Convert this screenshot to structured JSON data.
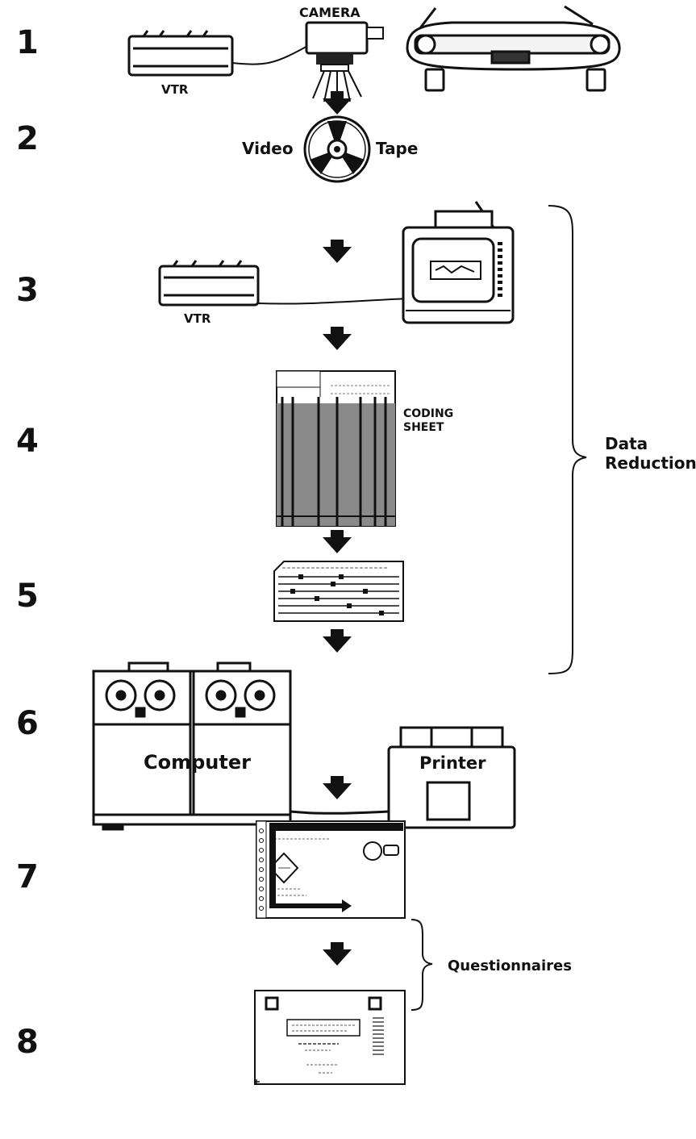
{
  "steps": [
    "1",
    "2",
    "3",
    "4",
    "5",
    "6",
    "7",
    "8"
  ],
  "labels": {
    "camera": "CAMERA",
    "vtr_top": "VTR",
    "video": "Video",
    "tape": "Tape",
    "vtr_mid": "VTR",
    "coding_sheet_line1": "CODING",
    "coding_sheet_line2": "SHEET",
    "computer": "Computer",
    "printer": "Printer"
  },
  "brackets": {
    "data_reduction_line1": "Data",
    "data_reduction_line2": "Reduction",
    "questionnaires": "Questionnaires"
  },
  "colors": {
    "ink": "#111111",
    "shade": "#8a8a8a",
    "paper": "#ffffff"
  }
}
